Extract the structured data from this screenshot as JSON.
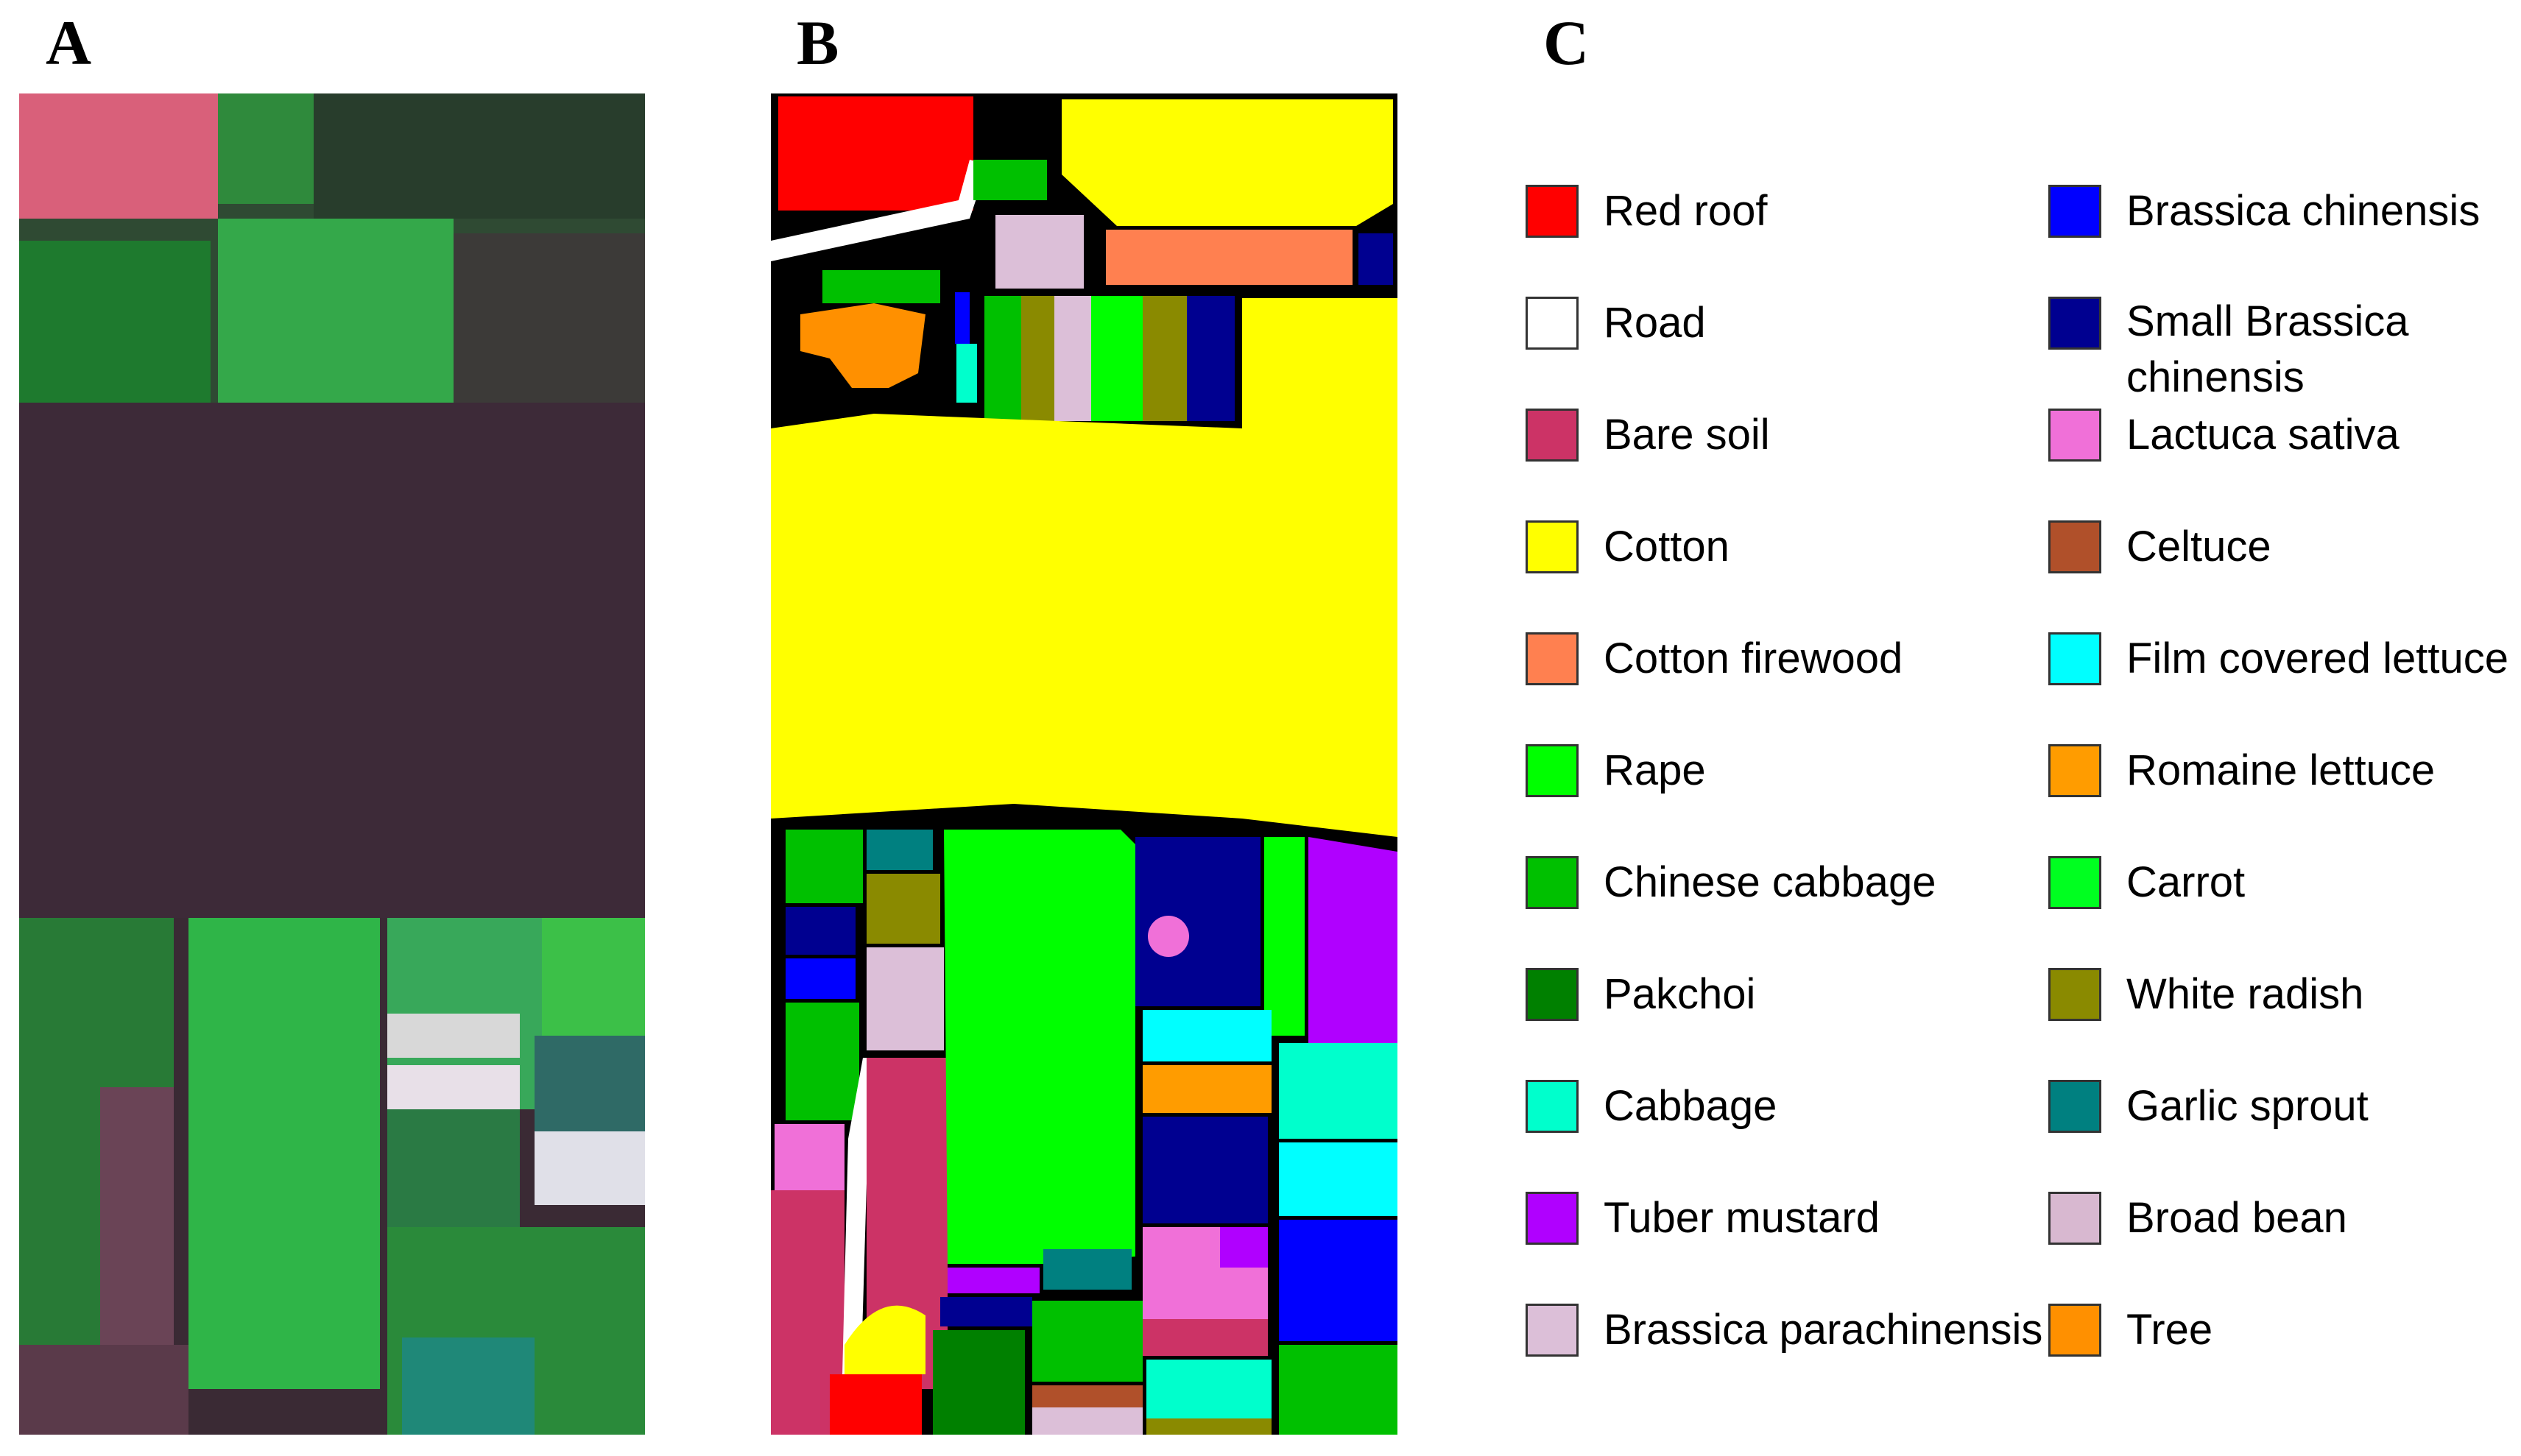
{
  "panels": {
    "a_label": "A",
    "b_label": "B",
    "c_label": "C"
  },
  "legend": {
    "left_column": [
      {
        "label": "Red roof",
        "color": "#ff0000"
      },
      {
        "label": "Road",
        "color": "#ffffff"
      },
      {
        "label": "Bare soil",
        "color": "#cc3366"
      },
      {
        "label": "Cotton",
        "color": "#ffff00"
      },
      {
        "label": "Cotton firewood",
        "color": "#ff8050"
      },
      {
        "label": "Rape",
        "color": "#00ff00"
      },
      {
        "label": "Chinese cabbage",
        "color": "#00c000"
      },
      {
        "label": "Pakchoi",
        "color": "#008000"
      },
      {
        "label": "Cabbage",
        "color": "#00ffcc"
      },
      {
        "label": "Tuber mustard",
        "color": "#b000ff"
      },
      {
        "label": "Brassica parachinensis",
        "color": "#dcbfd8"
      }
    ],
    "right_column": [
      {
        "label": "Brassica chinensis",
        "color": "#0000ff"
      },
      {
        "label": "Small Brassica chinensis",
        "color": "#000090"
      },
      {
        "label": "Lactuca sativa",
        "color": "#f070d8"
      },
      {
        "label": "Celtuce",
        "color": "#b0502a"
      },
      {
        "label": "Film covered lettuce",
        "color": "#00ffff"
      },
      {
        "label": "Romaine lettuce",
        "color": "#ff9c00"
      },
      {
        "label": "Carrot",
        "color": "#00ff20"
      },
      {
        "label": "White radish",
        "color": "#8a8a00"
      },
      {
        "label": "Garlic sprout",
        "color": "#008080"
      },
      {
        "label": "Broad bean",
        "color": "#d8b8d0"
      },
      {
        "label": "Tree",
        "color": "#ff9000"
      }
    ]
  }
}
